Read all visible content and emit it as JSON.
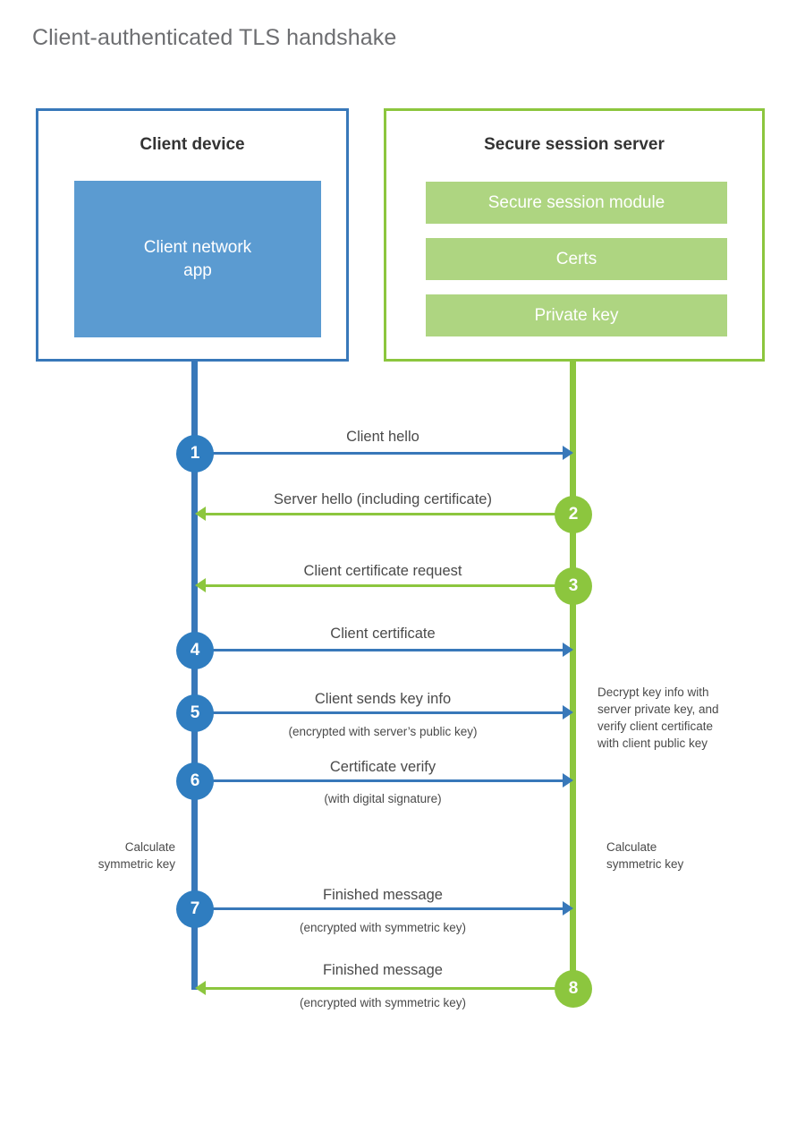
{
  "title": "Client-authenticated TLS handshake",
  "colors": {
    "client_blue": "#3878b9",
    "client_app_blue": "#5b9bd1",
    "step_blue": "#2f7dc0",
    "server_green": "#8cc63e",
    "server_bar_green": "#aed581",
    "text_gray": "#4a4a4a",
    "title_gray": "#6d6e71"
  },
  "client": {
    "title": "Client device",
    "app_label": "Client network\napp"
  },
  "server": {
    "title": "Secure session server",
    "components": [
      "Secure session module",
      "Certs",
      "Private key"
    ]
  },
  "notes": {
    "server_decrypt": "Decrypt key info with\nserver private key, and\nverify client certificate\nwith client public key",
    "client_calculate": "Calculate\nsymmetric key",
    "server_calculate": "Calculate\nsymmetric key"
  },
  "chart_data": {
    "type": "sequence-diagram",
    "title": "Client-authenticated TLS handshake",
    "participants": [
      "Client device",
      "Secure session server"
    ],
    "steps": [
      {
        "number": "1",
        "label": "Client hello",
        "sublabel": "",
        "direction": "client-to-server",
        "color": "blue"
      },
      {
        "number": "2",
        "label": "Server hello (including certificate)",
        "sublabel": "",
        "direction": "server-to-client",
        "color": "green"
      },
      {
        "number": "3",
        "label": "Client certificate request",
        "sublabel": "",
        "direction": "server-to-client",
        "color": "green"
      },
      {
        "number": "4",
        "label": "Client certificate",
        "sublabel": "",
        "direction": "client-to-server",
        "color": "blue"
      },
      {
        "number": "5",
        "label": "Client sends key info",
        "sublabel": "(encrypted with server’s public key)",
        "direction": "client-to-server",
        "color": "blue"
      },
      {
        "number": "6",
        "label": "Certificate verify",
        "sublabel": "(with digital signature)",
        "direction": "client-to-server",
        "color": "blue"
      },
      {
        "number": "7",
        "label": "Finished message",
        "sublabel": "(encrypted with symmetric key)",
        "direction": "client-to-server",
        "color": "blue"
      },
      {
        "number": "8",
        "label": "Finished message",
        "sublabel": "(encrypted with symmetric key)",
        "direction": "server-to-client",
        "color": "green"
      }
    ]
  },
  "steps": [
    {
      "number": "1",
      "label": "Client hello",
      "sublabel": ""
    },
    {
      "number": "2",
      "label": "Server hello (including certificate)",
      "sublabel": ""
    },
    {
      "number": "3",
      "label": "Client certificate request",
      "sublabel": ""
    },
    {
      "number": "4",
      "label": "Client certificate",
      "sublabel": ""
    },
    {
      "number": "5",
      "label": "Client sends key info",
      "sublabel": "(encrypted with server’s public key)"
    },
    {
      "number": "6",
      "label": "Certificate verify",
      "sublabel": "(with digital signature)"
    },
    {
      "number": "7",
      "label": "Finished message",
      "sublabel": "(encrypted with symmetric key)"
    },
    {
      "number": "8",
      "label": "Finished message",
      "sublabel": "(encrypted with symmetric key)"
    }
  ]
}
